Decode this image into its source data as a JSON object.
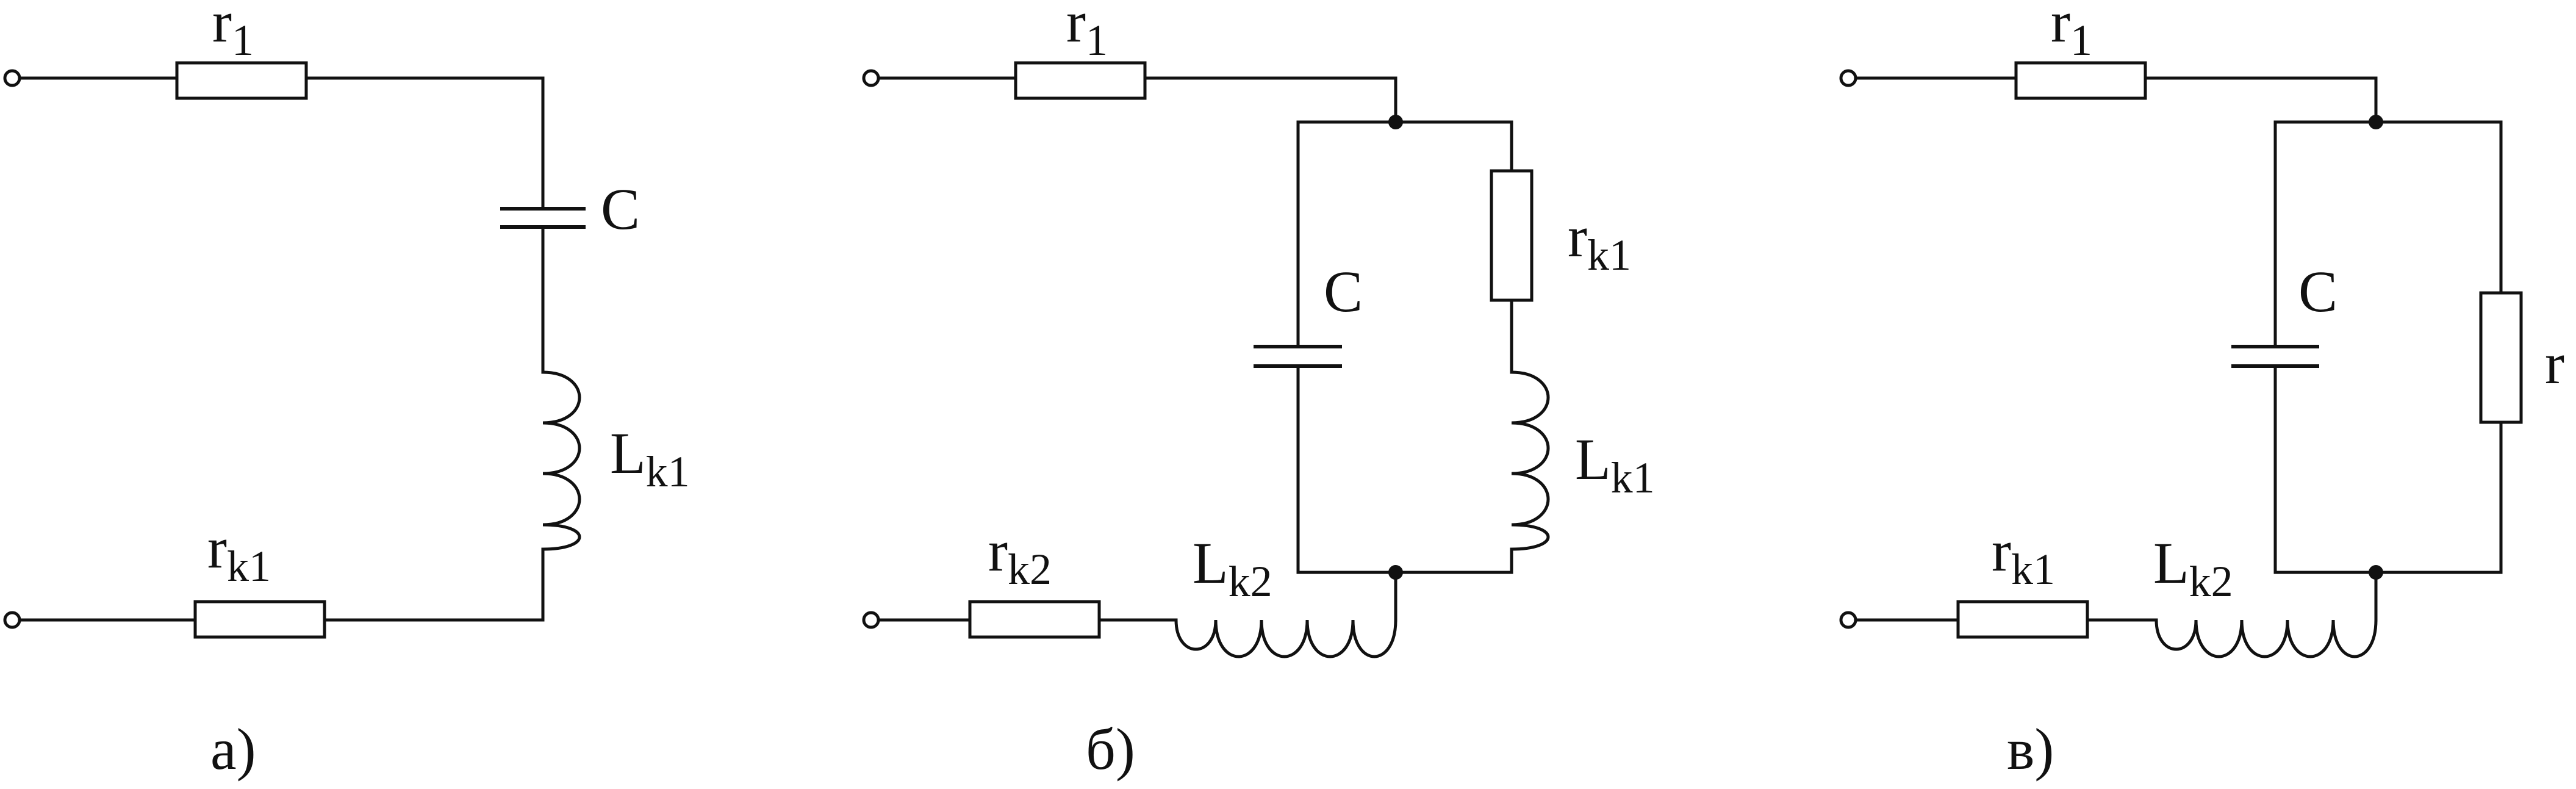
{
  "a": {
    "r1": {
      "base": "r",
      "sub": "1"
    },
    "C": "C",
    "L": {
      "base": "L",
      "sub": "k1"
    },
    "rk": {
      "base": "r",
      "sub": "k1"
    },
    "caption": "а)"
  },
  "b": {
    "r1": {
      "base": "r",
      "sub": "1"
    },
    "C": "C",
    "rk1": {
      "base": "r",
      "sub": "k1"
    },
    "Lk1": {
      "base": "L",
      "sub": "k1"
    },
    "rk2": {
      "base": "r",
      "sub": "k2"
    },
    "Lk2": {
      "base": "L",
      "sub": "k2"
    },
    "caption": "б)"
  },
  "c": {
    "r1": {
      "base": "r",
      "sub": "1"
    },
    "C": "C",
    "r": "r",
    "rk1": {
      "base": "r",
      "sub": "k1"
    },
    "Lk2": {
      "base": "L",
      "sub": "k2"
    },
    "caption": "в)"
  }
}
